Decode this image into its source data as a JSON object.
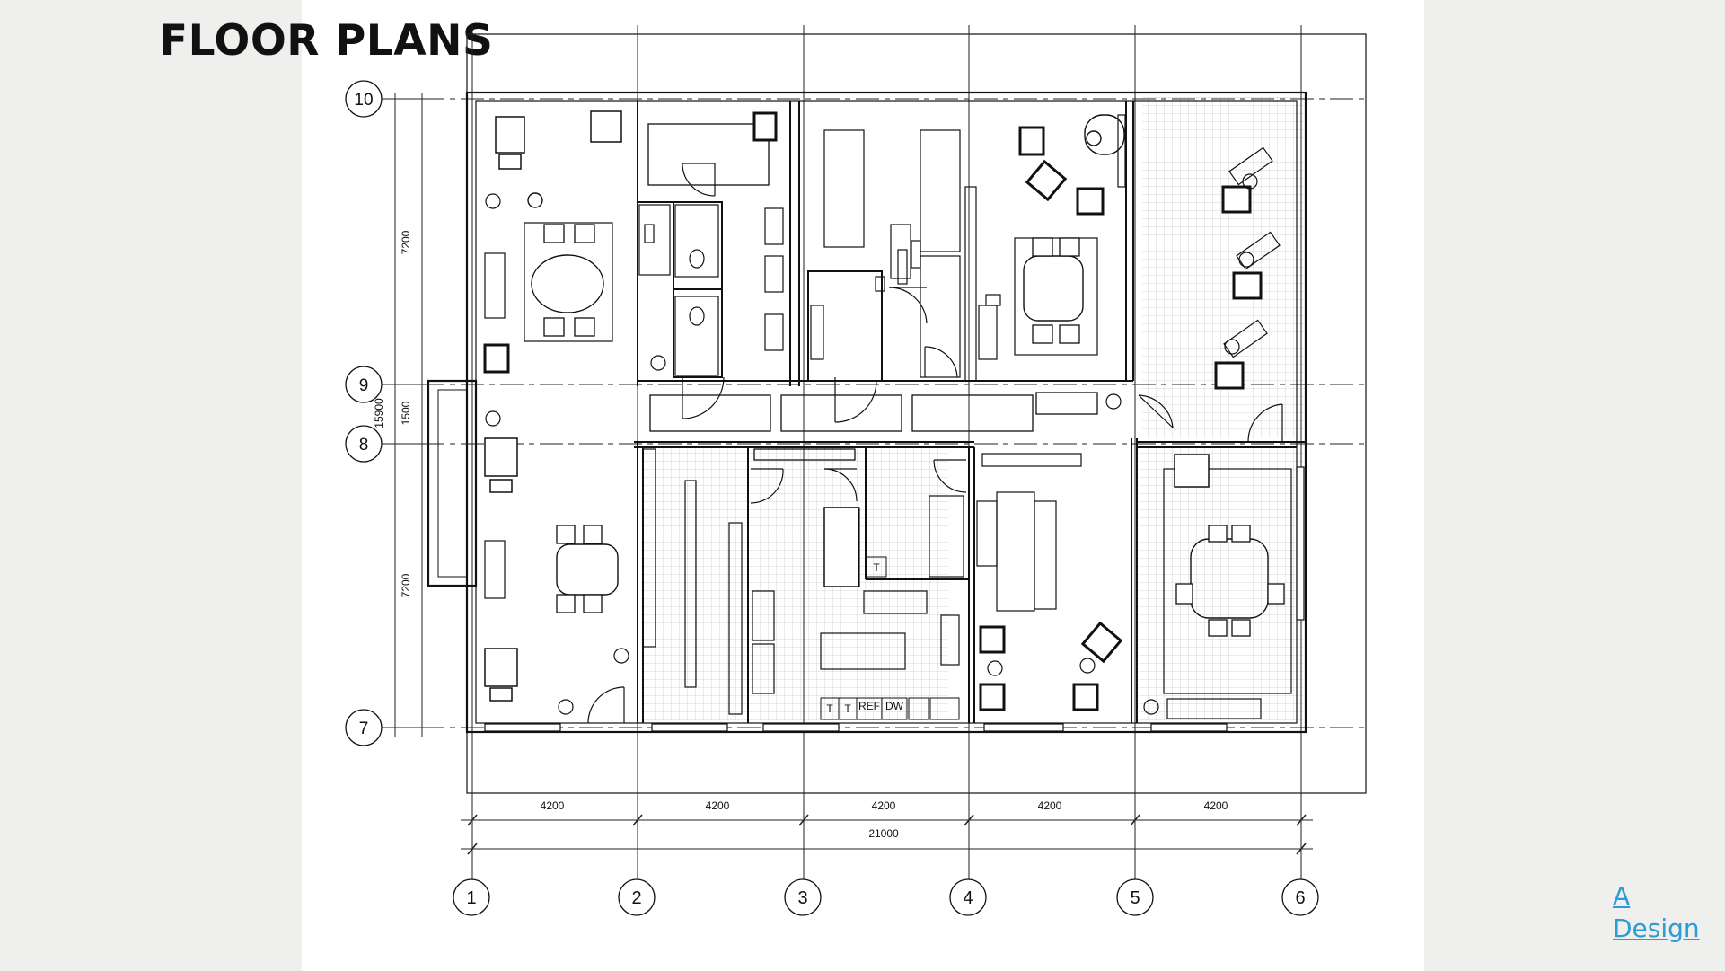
{
  "title": "FLOOR PLANS",
  "brand": {
    "line1": "A",
    "line2": "Design"
  },
  "grid": {
    "columns": [
      "1",
      "2",
      "3",
      "4",
      "5",
      "6"
    ],
    "rows": [
      "10",
      "9",
      "8",
      "7"
    ]
  },
  "dimensions": {
    "bays": [
      "4200",
      "4200",
      "4200",
      "4200",
      "4200"
    ],
    "total_width": "21000",
    "row_spans": [
      "7200",
      "1500",
      "7200"
    ],
    "total_height": "15900"
  },
  "kitchen_labels": [
    "T",
    "T",
    "REF",
    "DW",
    "T"
  ]
}
